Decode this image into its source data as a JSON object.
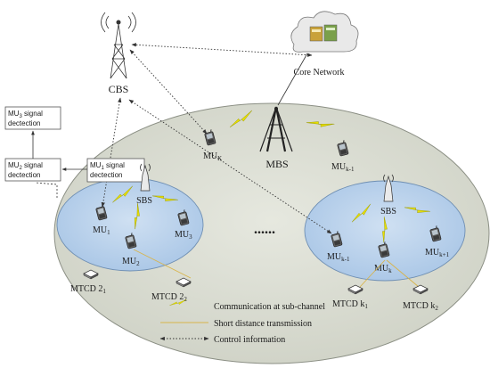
{
  "nodes": {
    "cbs": "CBS",
    "core_network": "Core  Network",
    "mbs": "MBS",
    "sbs_left": "SBS",
    "sbs_right": "SBS",
    "dots": "......"
  },
  "boxes": {
    "mu3_detect_1": "MU",
    "mu3_detect_sub": "3",
    "mu3_detect_2": " signal",
    "mu3_detect_3": "dectection",
    "mu2_detect_1": "MU",
    "mu2_detect_sub": "2",
    "mu2_detect_2": " signal",
    "mu2_detect_3": "dectection",
    "mu1_detect_1": "MU",
    "mu1_detect_sub": "1",
    "mu1_detect_2": " signal",
    "mu1_detect_3": "dectection"
  },
  "users": {
    "muK": "MU",
    "muK_sub": "K",
    "muk1": "MU",
    "muk1_sub": "k-1",
    "mu1": "MU",
    "mu1_sub": "1",
    "mu2": "MU",
    "mu2_sub": "2",
    "mu3": "MU",
    "mu3_sub": "3",
    "mukm1": "MU",
    "mukm1_sub": "k-1",
    "muk": "MU",
    "muk_sub": "k",
    "mukp1": "MU",
    "mukp1_sub": "k+1"
  },
  "devices": {
    "mtcd21": "MTCD 2",
    "mtcd21_sub": "1",
    "mtcd22": "MTCD 2",
    "mtcd22_sub": "2",
    "mtcdk1": "MTCD k",
    "mtcdk1_sub": "1",
    "mtcdk2": "MTCD k",
    "mtcdk2_sub": "2"
  },
  "legend": {
    "item1": "Communication at sub-channel",
    "item2": "Short distance transmission",
    "item3": "Control information"
  },
  "colors": {
    "macro_cell": "#d7d9cf",
    "small_cell": "#bcd4ee",
    "lightning": "#e8e000",
    "short_link": "#d8b44a"
  }
}
